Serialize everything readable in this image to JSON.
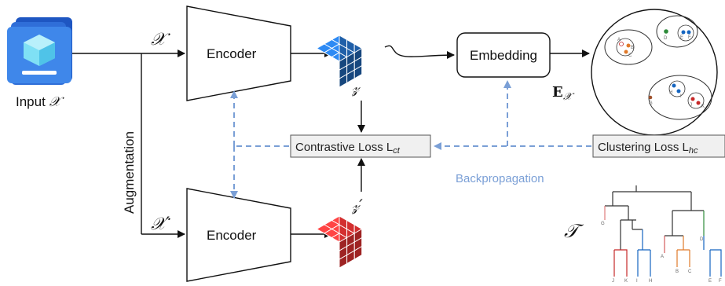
{
  "input": {
    "label": "Input",
    "symbol": "𝒳"
  },
  "augmentation": {
    "label": "Augmentation"
  },
  "encoders": {
    "top_label": "Encoder",
    "bottom_label": "Encoder"
  },
  "symbols": {
    "x": "𝒳",
    "x_prime": "𝒳′",
    "z": "𝓏",
    "z_prime": "𝓏′",
    "e_x": "𝐄",
    "e_x_sub": "𝒳",
    "tree": "𝒯"
  },
  "embedding": {
    "label": "Embedding"
  },
  "contrastive_loss": {
    "label": "Contrastive Loss L",
    "sub": "ct"
  },
  "clustering_loss": {
    "label": "Clustering Loss L",
    "sub": "hc"
  },
  "backprop": {
    "label": "Backpropagation"
  },
  "clusters": {
    "top_left_points": [
      "A",
      "B",
      "C"
    ],
    "top_right_points": [
      "D",
      "E",
      "F"
    ],
    "bottom_single": "G",
    "bottom_points": [
      "H",
      "I",
      "J",
      "K"
    ]
  },
  "dendrogram": {
    "leaves": [
      "G",
      "A",
      "J",
      "K",
      "I",
      "H",
      "B",
      "C",
      "D",
      "E",
      "F"
    ]
  },
  "colors": {
    "accent": "#7a9fd6",
    "cube_blue": "#1f5fa8",
    "cube_red": "#d32f2f",
    "red": "#c62828",
    "blue": "#1565c0",
    "orange": "#e07a2a",
    "green": "#2e8b3a"
  }
}
